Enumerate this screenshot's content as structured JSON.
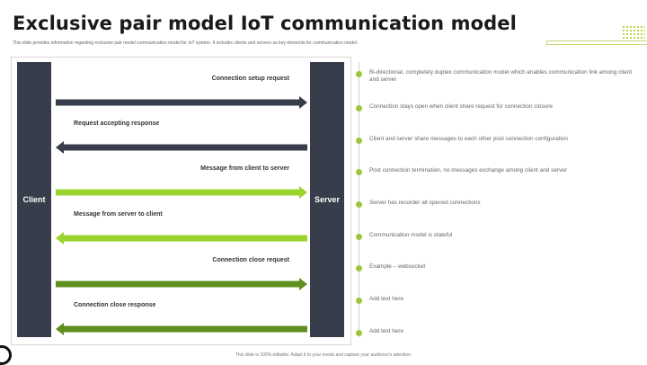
{
  "slide": {
    "title": "Exclusive pair model IoT communication model",
    "subtitle": "This slide provides information regarding exclusive pair model communication model for IoT system. It includes clients and servers as key elements for communication model.",
    "footer": "This slide is 100% editable. Adapt it to your needs and capture your audience's attention."
  },
  "diagram": {
    "client_label": "Client",
    "server_label": "Server",
    "messages": [
      {
        "label": "Connection setup request",
        "direction": "client-to-server",
        "color": "#373d4a"
      },
      {
        "label": "Request accepting response",
        "direction": "server-to-client",
        "color": "#373d4a"
      },
      {
        "label": "Message from client to server",
        "direction": "client-to-server",
        "color": "#9bd32f"
      },
      {
        "label": "Message from server to client",
        "direction": "server-to-client",
        "color": "#9bd32f"
      },
      {
        "label": "Connection close request",
        "direction": "client-to-server",
        "color": "#5f8f1f"
      },
      {
        "label": "Connection close response",
        "direction": "server-to-client",
        "color": "#5f8f1f"
      }
    ]
  },
  "timeline": {
    "items": [
      "Bi-directional, completely duplex communication model which enables communication link among client and server",
      "Connection stays open when client share request for connection closure",
      "Client and server share messages to each other post connection configuration",
      "Post connection termination, no messages exchange among client and server",
      "Server has recorder all opened connections",
      "Communication model is stateful",
      "Example – websocket",
      "Add text here",
      "Add text here"
    ]
  },
  "colors": {
    "bar": "#373d4a",
    "accent_green": "#9bc53d",
    "light_green": "#9bd32f",
    "dark_green": "#5f8f1f"
  }
}
